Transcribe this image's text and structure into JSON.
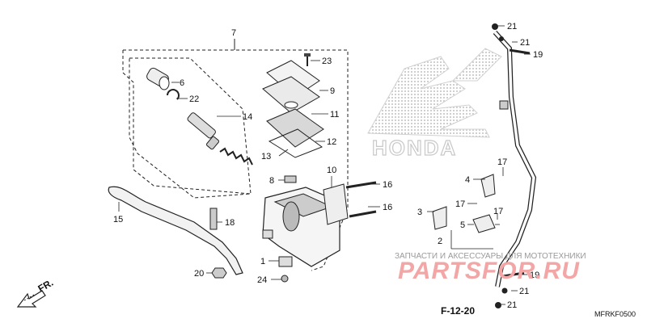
{
  "diagram": {
    "code": "MFRKF0500",
    "ref": "F-12-20",
    "front_label": "FR.",
    "watermark": {
      "brand": "HONDA",
      "caption": "ЗАПЧАСТИ И АКСЕССУАРЫ ДЛЯ МОТОТЕХНИКИ",
      "logo": "PARTSFOR.RU"
    },
    "callouts": {
      "c1": "1",
      "c2": "2",
      "c3": "3",
      "c4": "4",
      "c5": "5",
      "c6": "6",
      "c7": "7",
      "c8": "8",
      "c9": "9",
      "c10": "10",
      "c11": "11",
      "c12": "12",
      "c13": "13",
      "c14": "14",
      "c15": "15",
      "c16a": "16",
      "c16b": "16",
      "c17a": "17",
      "c17b": "17",
      "c17c": "17",
      "c18": "18",
      "c19a": "19",
      "c19b": "19",
      "c20": "20",
      "c21a": "21",
      "c21b": "21",
      "c21c": "21",
      "c21d": "21",
      "c22": "22",
      "c23": "23",
      "c24": "24"
    }
  }
}
